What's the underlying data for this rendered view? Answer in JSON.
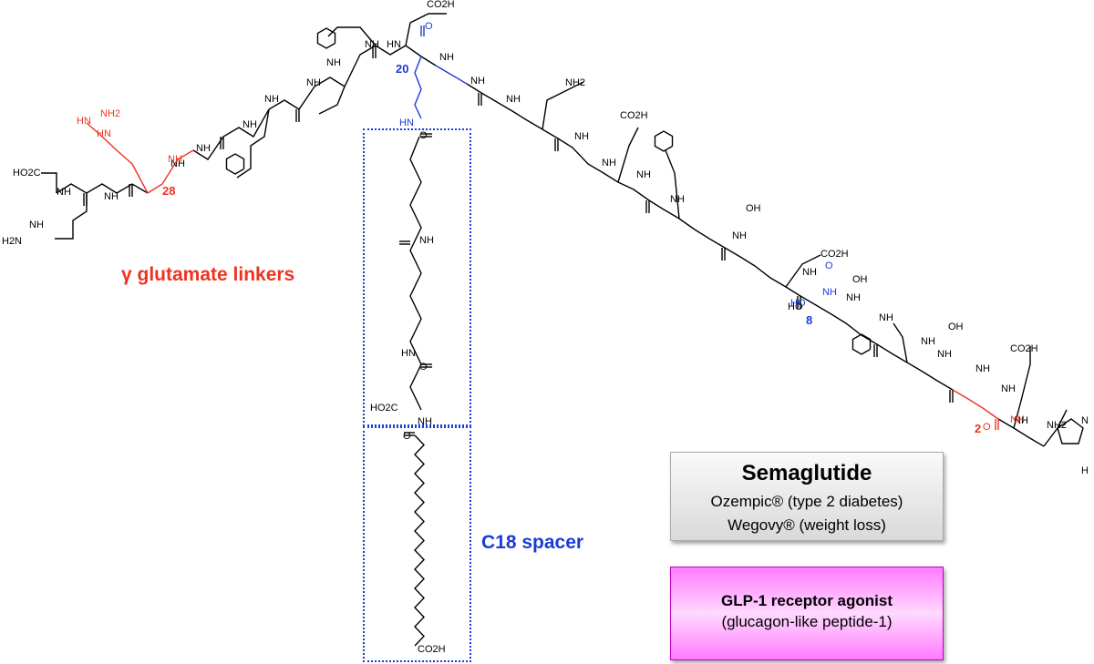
{
  "molecule": {
    "name_card": {
      "title": "Semaglutide",
      "line1": "Ozempic® (type 2 diabetes)",
      "line2": "Wegovy®  (weight loss)"
    },
    "class_card": {
      "title": "GLP-1 receptor agonist",
      "subtitle": "(glucagon-like peptide-1)"
    },
    "labels": {
      "linkers": "γ glutamate linkers",
      "spacer": "C18 spacer"
    },
    "residue_numbers": {
      "n28": "28",
      "n20": "20",
      "n8": "8",
      "n2": "2"
    },
    "colors": {
      "backbone": "#000000",
      "modified_red": "#ee3322",
      "modified_blue": "#1a3cd6",
      "dotted_box": "#1a3cd6",
      "pink_card": "#ff7bff",
      "grey_card": "#d9d9d9"
    },
    "atom_labels": {
      "co2h": "CO2H",
      "nh": "NH",
      "hn": "HN",
      "o": "O",
      "nh2": "NH2",
      "h2n": "H2N",
      "ho2c": "HO2C",
      "oh": "OH",
      "ho": "HO",
      "n": "N",
      "h": "H",
      "conh2": "NH2",
      "ho2c_c": "HO2C"
    }
  }
}
